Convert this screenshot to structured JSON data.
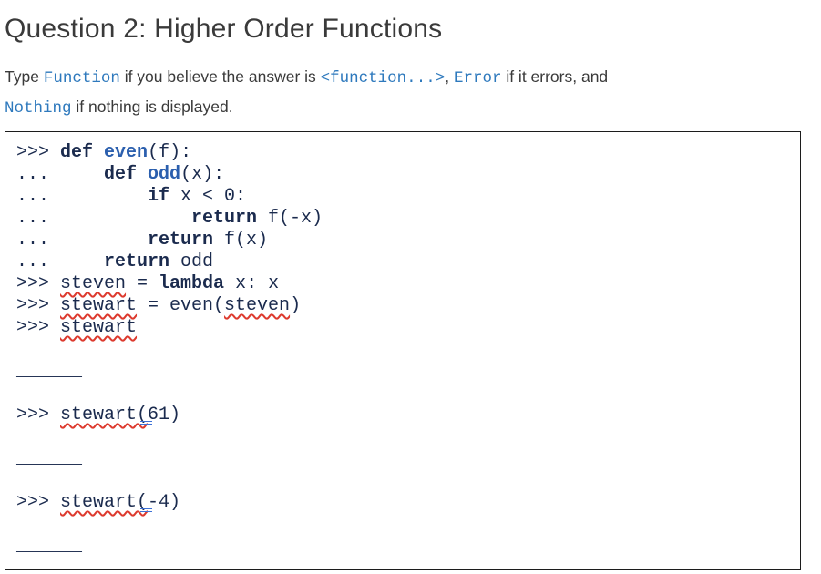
{
  "header": {
    "title": "Question 2: Higher Order Functions"
  },
  "intro": {
    "segments": [
      {
        "t": "Type ",
        "c": "text"
      },
      {
        "t": "Function",
        "c": "code"
      },
      {
        "t": " if you believe the answer is ",
        "c": "text"
      },
      {
        "t": "<function...>",
        "c": "code"
      },
      {
        "t": ", ",
        "c": "text"
      },
      {
        "t": "Error",
        "c": "code"
      },
      {
        "t": " if it errors, and",
        "c": "text"
      },
      {
        "c": "br"
      },
      {
        "t": "Nothing",
        "c": "code"
      },
      {
        "t": " if nothing is displayed.",
        "c": "text"
      }
    ]
  },
  "code_block": {
    "lines": [
      {
        "segments": [
          {
            "t": ">>> ",
            "c": "plain"
          },
          {
            "t": "def",
            "c": "kw"
          },
          {
            "t": " ",
            "c": "plain"
          },
          {
            "t": "even",
            "c": "fn"
          },
          {
            "t": "(f):",
            "c": "plain"
          }
        ]
      },
      {
        "segments": [
          {
            "t": "...     ",
            "c": "plain"
          },
          {
            "t": "def",
            "c": "kw"
          },
          {
            "t": " ",
            "c": "plain"
          },
          {
            "t": "odd",
            "c": "fn"
          },
          {
            "t": "(x):",
            "c": "plain"
          }
        ]
      },
      {
        "segments": [
          {
            "t": "...         ",
            "c": "plain"
          },
          {
            "t": "if",
            "c": "kw"
          },
          {
            "t": " x < 0:",
            "c": "plain"
          }
        ]
      },
      {
        "segments": [
          {
            "t": "...             ",
            "c": "plain"
          },
          {
            "t": "return",
            "c": "kw"
          },
          {
            "t": " f(-x)",
            "c": "plain"
          }
        ]
      },
      {
        "segments": [
          {
            "t": "...         ",
            "c": "plain"
          },
          {
            "t": "return",
            "c": "kw"
          },
          {
            "t": " f(x)",
            "c": "plain"
          }
        ]
      },
      {
        "segments": [
          {
            "t": "...     ",
            "c": "plain"
          },
          {
            "t": "return",
            "c": "kw"
          },
          {
            "t": " odd",
            "c": "plain"
          }
        ]
      },
      {
        "segments": [
          {
            "t": ">>> ",
            "c": "plain"
          },
          {
            "t": "steven",
            "c": "misspell"
          },
          {
            "t": " = ",
            "c": "plain"
          },
          {
            "t": "lambda",
            "c": "kw"
          },
          {
            "t": " x: x",
            "c": "plain"
          }
        ]
      },
      {
        "segments": [
          {
            "t": ">>> ",
            "c": "plain"
          },
          {
            "t": "stewart",
            "c": "misspell"
          },
          {
            "t": " = even(",
            "c": "plain"
          },
          {
            "t": "steven",
            "c": "misspell"
          },
          {
            "t": ")",
            "c": "plain"
          }
        ]
      },
      {
        "segments": [
          {
            "t": ">>> ",
            "c": "plain"
          },
          {
            "t": "stewart",
            "c": "misspell"
          }
        ]
      },
      {
        "segments": []
      },
      {
        "segments": [
          {
            "t": "______",
            "c": "plain"
          }
        ]
      },
      {
        "segments": []
      },
      {
        "segments": [
          {
            "t": ">>> ",
            "c": "plain"
          },
          {
            "t": "stewart(",
            "c": "misspell"
          },
          {
            "c": "bluemark"
          },
          {
            "t": "61)",
            "c": "plain"
          }
        ]
      },
      {
        "segments": []
      },
      {
        "segments": [
          {
            "t": "______",
            "c": "plain"
          }
        ]
      },
      {
        "segments": []
      },
      {
        "segments": [
          {
            "t": ">>> ",
            "c": "plain"
          },
          {
            "t": "stewart(",
            "c": "misspell"
          },
          {
            "c": "bluemark"
          },
          {
            "t": "-4)",
            "c": "plain"
          }
        ]
      },
      {
        "segments": []
      },
      {
        "segments": [
          {
            "t": "______",
            "c": "plain"
          }
        ]
      }
    ]
  },
  "colors": {
    "heading": "#3a3a3a",
    "body": "#3a3a3a",
    "inline_code": "#2e79bd",
    "code_text": "#1b2b4e",
    "keyword": "#1b2b4e",
    "function_name": "#2b5fae",
    "wave": "#dd3a2e",
    "grammar_mark": "#3d71d6",
    "border": "#1c1c1c",
    "background": "#ffffff"
  }
}
